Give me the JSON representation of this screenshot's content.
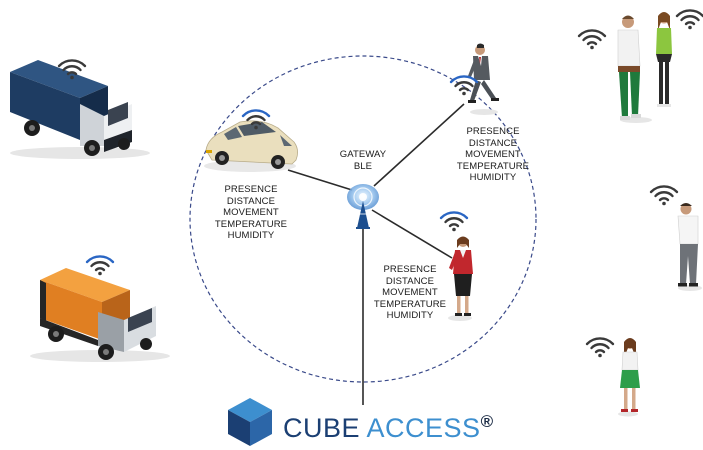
{
  "gateway": {
    "line1": "GATEWAY",
    "line2": "BLE"
  },
  "car_label": [
    "PRESENCE",
    "DISTANCE",
    "MOVEMENT",
    "TEMPERATURE",
    "HUMIDITY"
  ],
  "man_label": [
    "PRESENCE",
    "DISTANCE",
    "MOVEMENT",
    "TEMPERATURE",
    "HUMIDITY"
  ],
  "woman_label": [
    "PRESENCE",
    "DISTANCE",
    "MOVEMENT",
    "TEMPERATURE",
    "HUMIDITY"
  ],
  "logo": {
    "word1": "CUBE",
    "word2": "ACCESS",
    "mark": "®"
  },
  "colors": {
    "circle_dash": "#3a4a8a",
    "link_line": "#2b2b2b",
    "wifi": "#3a3a3a",
    "wifi_inner": "#2a66c4",
    "truck1_cargo": "#1e3c62",
    "truck2_cargo": "#e07f22",
    "car_body": "#eadfbe",
    "logo_dark": "#1b3f73",
    "logo_light": "#3d8fcf"
  }
}
